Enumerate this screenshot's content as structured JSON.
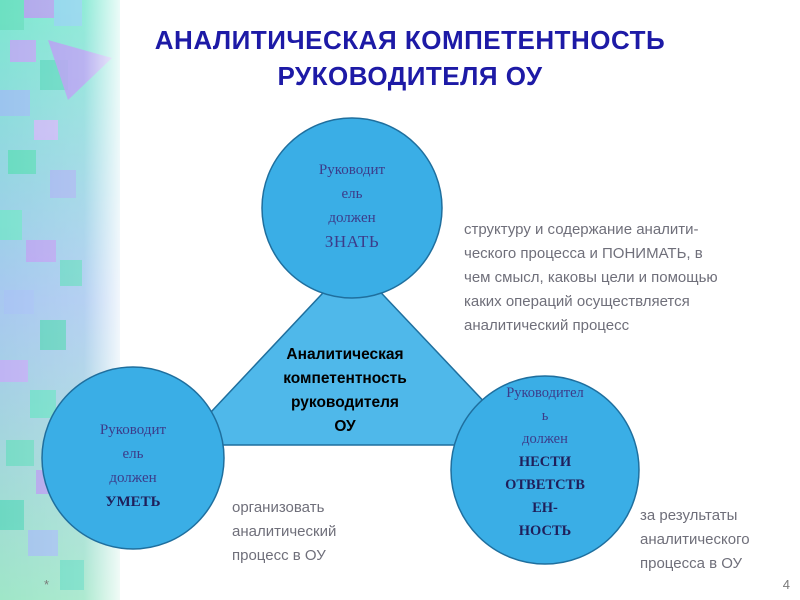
{
  "title": {
    "line1": "АНАЛИТИЧЕСКАЯ КОМПЕТЕНТНОСТЬ",
    "line2": "РУКОВОДИТЕЛЯ ОУ"
  },
  "diagram": {
    "center": [
      "Аналитическая",
      "компетентность",
      "руководителя",
      "ОУ"
    ],
    "nodes": {
      "know": [
        "Руководит",
        "ель",
        "должен",
        "ЗНАТЬ"
      ],
      "can": [
        "Руководит",
        "ель",
        "должен",
        "УМЕТЬ"
      ],
      "responsible": [
        "Руководител",
        "ь",
        "должен",
        "НЕСТИ",
        "ОТВЕТСТВ",
        "ЕН-",
        "НОСТЬ"
      ]
    },
    "notes": {
      "know": [
        "структуру и содержание аналити-",
        "ческого процесса и ПОНИМАТЬ, в",
        "чем смысл, каковы цели и помощью",
        "каких операций осуществляется",
        "аналитический процесс"
      ],
      "can": [
        "организовать",
        "аналитический",
        "процесс в ОУ"
      ],
      "responsible": [
        "за результаты",
        "аналитического",
        "процесса в ОУ"
      ]
    }
  },
  "footer": {
    "marker": "*",
    "page_number": "4"
  },
  "colors": {
    "circle_fill": "#3aaee6",
    "triangle_fill": "#4fb8ea",
    "outline": "#1f6f9e",
    "node_text": "#3c3c8a",
    "title": "#1d1aa6",
    "note_text": "#6f6f7a"
  }
}
